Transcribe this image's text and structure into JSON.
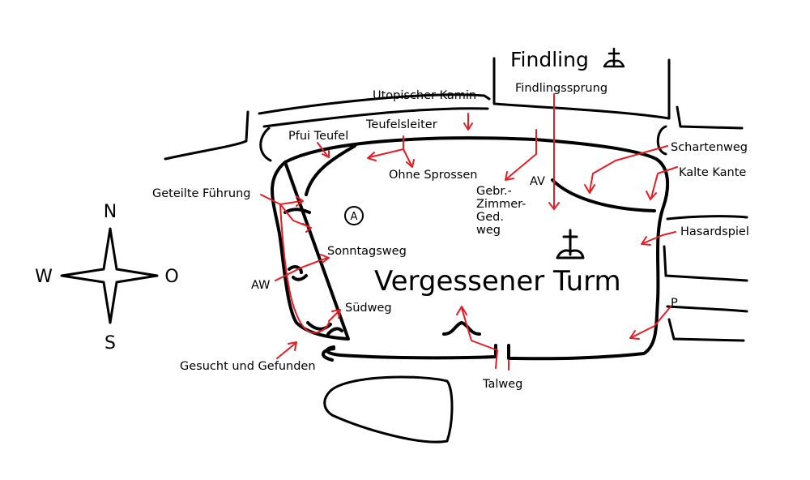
{
  "map": {
    "title": "Vergessener Turm",
    "neighbor_summit": "Findling",
    "access_marker": "A",
    "colors": {
      "rock_outline": "#000000",
      "route": "#e31e24",
      "background": "#ffffff"
    },
    "icons": [
      "summit-cross-icon",
      "compass-rose-icon",
      "arrow-icon"
    ]
  },
  "compass": {
    "north": "N",
    "east": "O",
    "south": "S",
    "west": "W"
  },
  "routes": {
    "utopischer_kamin": "Utopischer Kamin",
    "findlingssprung": "Findlingssprung",
    "pfui_teufel": "Pfui Teufel",
    "teufelsleiter": "Teufelsleiter",
    "ohne_sprossen": "Ohne Sprossen",
    "geteilte_fuehrung": "Geteilte Führung",
    "schartenweg": "Schartenweg",
    "kalte_kante": "Kalte Kante",
    "hasardspiel": "Hasardspiel",
    "sonntagsweg": "Sonntagsweg",
    "suedweg": "Südweg",
    "gesucht_und_gefunden": "Gesucht und Gefunden",
    "talweg": "Talweg",
    "gzgw_line1": "Gebr.-",
    "gzgw_line2": "Zimmer-",
    "gzgw_line3": "Ged.",
    "gzgw_line4": "weg"
  },
  "markers": {
    "av": "AV",
    "aw": "AW",
    "p": "P"
  }
}
